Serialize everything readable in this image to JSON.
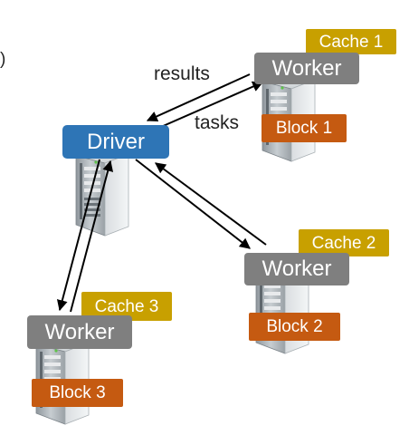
{
  "diagram": {
    "driver": {
      "label": "Driver"
    },
    "workers": [
      {
        "label": "Worker",
        "cache": "Cache 1",
        "block": "Block 1"
      },
      {
        "label": "Worker",
        "cache": "Cache 2",
        "block": "Block 2"
      },
      {
        "label": "Worker",
        "cache": "Cache 3",
        "block": "Block 3"
      }
    ],
    "edge_labels": {
      "results": "results",
      "tasks": "tasks"
    },
    "margin_mark": ")",
    "colors": {
      "driver": "#2e75b6",
      "worker": "#7f7f7f",
      "cache": "#c8a000",
      "block": "#c55a11",
      "arrow": "#000000"
    }
  }
}
